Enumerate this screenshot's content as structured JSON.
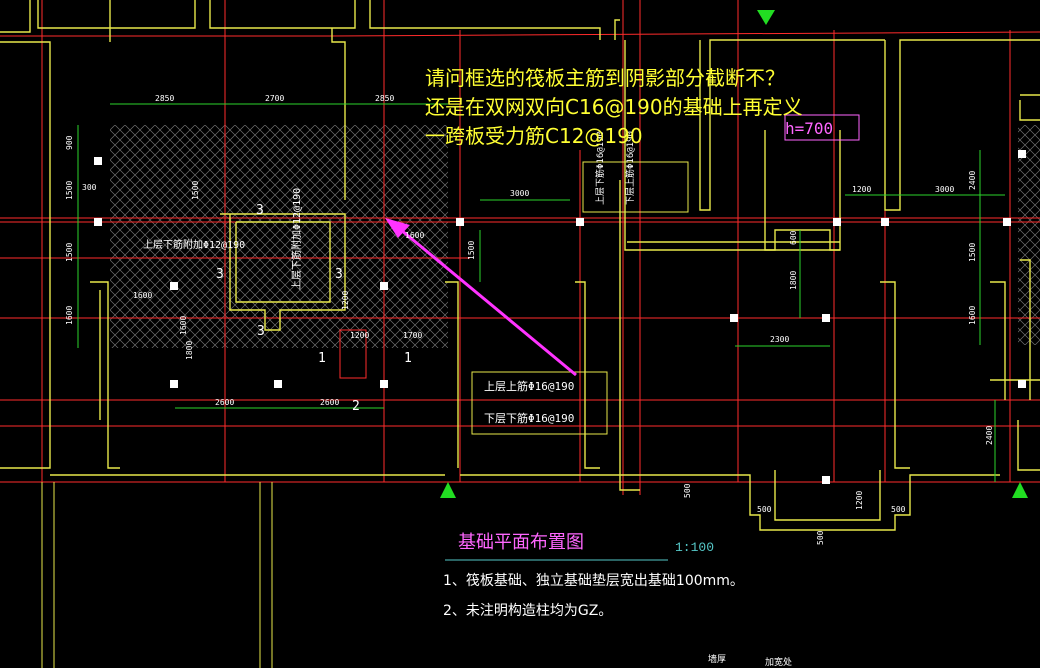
{
  "question": {
    "line1": "请问框选的筏板主筋到阴影部分截断不？",
    "line2": "还是在双网双向C16@190的基础上再定义",
    "line3": "一跨板受力筋C12@190"
  },
  "drawing": {
    "title": "基础平面布置图",
    "scale": "1:100",
    "notes": [
      "1、筏板基础、独立基础垫层宽出基础100mm。",
      "2、未注明构造柱均为GZ。"
    ],
    "slab_thickness": "h=700",
    "labels": {
      "upper_lower_additional": "上层下筋附加Φ12@190",
      "vertical_additional": "上层下筋附加Φ12@190",
      "callout_top": "上层上筋Φ16@190",
      "callout_bottom": "下层下筋Φ16@190",
      "right_vertical_1": "上层下筋Φ16@190",
      "right_vertical_2": "下层上筋Φ16@190",
      "bottom_text_1": "墙厚",
      "bottom_text_2": "加宽处"
    },
    "dimensions": {
      "top": [
        "2850",
        "2700",
        "2850"
      ],
      "left": [
        "900",
        "1500",
        "1500",
        "1600"
      ],
      "mid": [
        "3000",
        "1500",
        "1600",
        "300",
        "1500",
        "1600",
        "1800",
        "1200",
        "1700",
        "1200",
        "1600",
        "2600",
        "2600"
      ],
      "right": [
        "1200",
        "3000",
        "2400",
        "1500",
        "1600",
        "600",
        "1800",
        "2300",
        "2400",
        "1200",
        "500",
        "500",
        "500",
        "500"
      ],
      "section_marks": [
        "3",
        "3",
        "3",
        "1",
        "1",
        "2",
        "3"
      ]
    }
  },
  "colors": {
    "background": "#000000",
    "axis_red": "#ff2b2b",
    "wall_yellow": "#e8e84a",
    "question_yellow": "#ffff33",
    "arrow_magenta": "#ff33ff",
    "title_pink": "#ff66ff",
    "marker_green": "#22dd22",
    "scale_cyan": "#55c8c8"
  }
}
